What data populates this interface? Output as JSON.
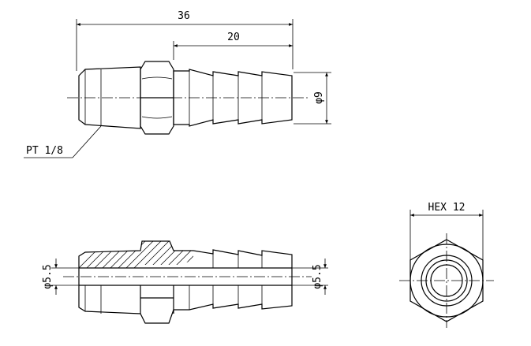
{
  "dimensions": {
    "overall_length": "36",
    "barb_length": "20",
    "barb_diameter": "φ9",
    "thread": "PT 1/8",
    "bore_left": "φ5.5",
    "bore_right": "φ5.5",
    "hex": "HEX 12"
  }
}
